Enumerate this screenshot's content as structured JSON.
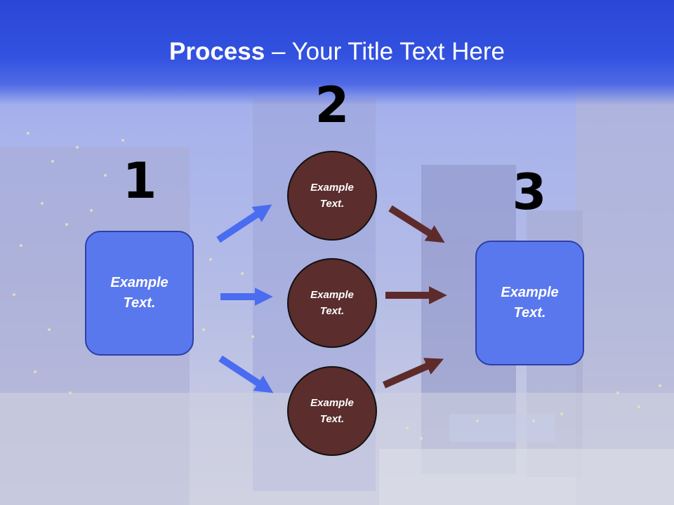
{
  "title": {
    "bold": "Process",
    "dash": " – ",
    "rest": "Your Title Text Here"
  },
  "steps": {
    "one": {
      "number": "1",
      "text_line1": "Example",
      "text_line2": "Text."
    },
    "two": {
      "number": "2"
    },
    "three": {
      "number": "3",
      "text_line1": "Example",
      "text_line2": "Text."
    }
  },
  "circles": [
    {
      "line1": "Example",
      "line2": "Text."
    },
    {
      "line1": "Example",
      "line2": "Text."
    },
    {
      "line1": "Example",
      "line2": "Text."
    }
  ],
  "colors": {
    "title_band": "#3352e0",
    "box_fill": "#5a78ee",
    "box_border": "#2d3fa8",
    "circle_fill": "#5b2d2d",
    "blue_arrow": "#4a6cf0",
    "brown_arrow": "#5e2b2b"
  }
}
